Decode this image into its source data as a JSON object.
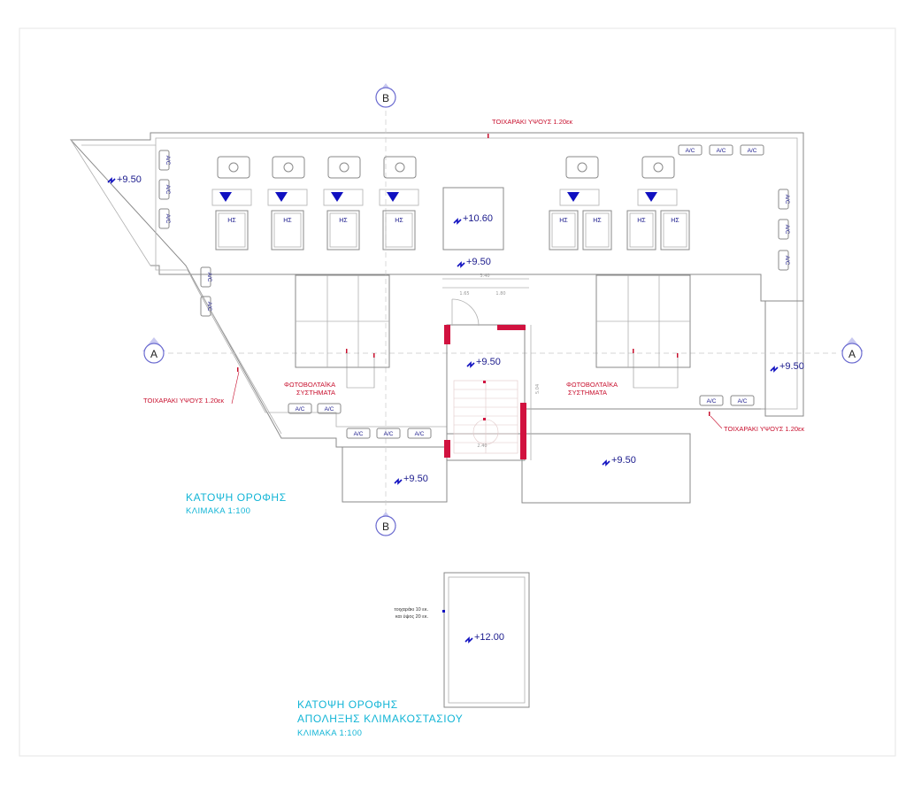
{
  "colors": {
    "linework": "#8a8a8a",
    "level_text": "#1a1a8c",
    "annotation_red": "#c8102e",
    "title_cyan": "#12b5d6",
    "marker_blue": "#1010c0",
    "section_marker": "#6b6bd0"
  },
  "plan": {
    "title": "ΚΑΤΟΨΗ ΟΡΟΦΗΣ",
    "scale": "ΚΛΙΜΑΚΑ   1:100"
  },
  "stair_roof": {
    "title_line1": "ΚΑΤΟΨΗ  ΟΡΟΦΗΣ",
    "title_line2": "ΑΠΟΛΗΞΗΣ ΚΛΙΜΑΚΟΣΤΑΣΙΟΥ",
    "scale": "ΚΛΙΜΑΚΑ   1:100",
    "note_line1": "τοιχαράκι 10 εκ.",
    "note_line2": "και ύψος  20 εκ.",
    "level": "+12.00"
  },
  "sections": {
    "a_left": "A",
    "a_right": "A",
    "b_top": "B",
    "b_bottom": "B"
  },
  "levels": {
    "nw": "+9.50",
    "center_top": "+10.60",
    "center": "+9.50",
    "stair": "+9.50",
    "east": "+9.50",
    "south_center": "+9.50",
    "south_left": "+9.50"
  },
  "annotations": {
    "wall_top": "ΤΟΙΧΑΡΑΚΙ ΥΨΟΥΣ 1.20εκ",
    "wall_left": "ΤΟΙΧΑΡΑΚΙ ΥΨΟΥΣ 1.20εκ",
    "wall_right": "ΤΟΙΧΑΡΑΚΙ ΥΨΟΥΣ 1.20εκ",
    "pv_left_1": "ΦΩΤΟΒΟΛΤΑΪΚΑ",
    "pv_left_2": "ΣΥΣΤΗΜΑΤΑ",
    "pv_right_1": "ΦΩΤΟΒΟΛΤΑΪΚΑ",
    "pv_right_2": "ΣΥΣΤΗΜΑΤΑ"
  },
  "dimensions": {
    "d1": "3.40",
    "d2": "1.65",
    "d3": "1.80",
    "d4": "5.04",
    "d5": "2.40"
  },
  "labels": {
    "ac": "A/C",
    "hs": "ΗΣ"
  }
}
